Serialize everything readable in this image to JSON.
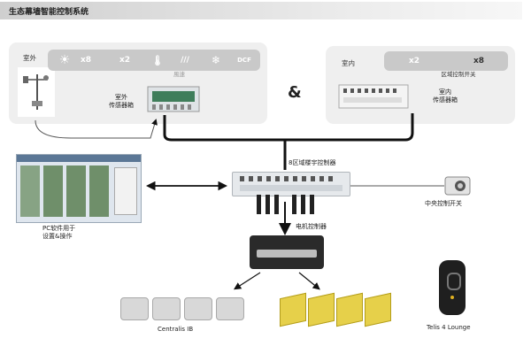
{
  "title": "生态幕墙智能控制系统",
  "outdoor_panel": {
    "label": "室外",
    "icons": [
      {
        "name": "sun-icon",
        "text": "☀"
      },
      {
        "name": "sun-count",
        "text": "x8"
      },
      {
        "name": "window-icon",
        "text": "x2"
      },
      {
        "name": "thermometer-icon",
        "text": "🌡"
      },
      {
        "name": "rain-icon",
        "text": "///"
      },
      {
        "name": "snow-icon",
        "text": "❄"
      },
      {
        "name": "dcf-clock-icon",
        "text": "DCF"
      }
    ],
    "icon_caption": "風速",
    "sensor_box_label": [
      "室外",
      "传感器箱"
    ]
  },
  "ampersand": "&",
  "indoor_panel": {
    "label": "室内",
    "icons": [
      {
        "name": "window-icon",
        "text": "x2"
      },
      {
        "name": "zone-switch-icon",
        "text": "x8"
      }
    ],
    "zone_switch_label": "区域控制开关",
    "sensor_box_label": [
      "室内",
      "传感器箱"
    ]
  },
  "controller_label": "8区域楼宇控制器",
  "pc_software_label": [
    "PC软件用于",
    "设置&操作"
  ],
  "central_switch_label": "中央控制开关",
  "motor_controller_label": "电机控制器",
  "centralis_label": "Centralis IB",
  "telis_label": "Telis 4 Lounge"
}
